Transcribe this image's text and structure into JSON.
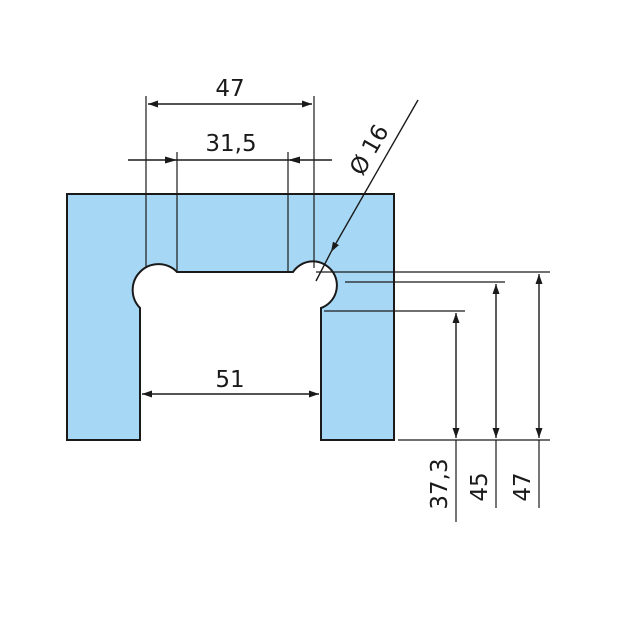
{
  "dimensions": {
    "top_width": "47",
    "inner_width": "31,5",
    "bottom_width": "51",
    "diameter": "16",
    "diameter_symbol": "Ø",
    "height_small": "37,3",
    "height_mid": "45",
    "height_large": "47"
  },
  "colors": {
    "part_fill": "#a6d8f5",
    "outline": "#1a1a1a"
  }
}
